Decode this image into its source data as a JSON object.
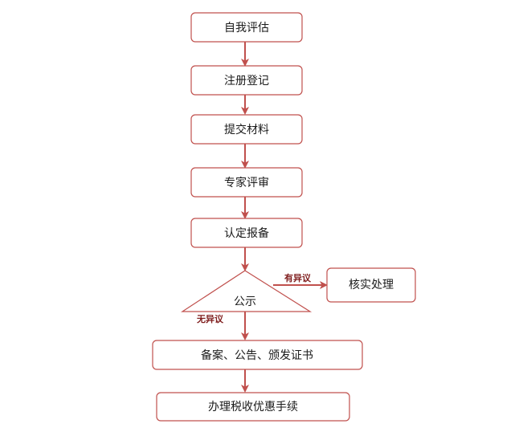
{
  "colors": {
    "border": "#c0504d",
    "arrow": "#c0504d",
    "label": "#7f1d1d",
    "text": "#1a1a1a"
  },
  "nodes": {
    "self_assessment": "自我评估",
    "registration": "注册登记",
    "submit_materials": "提交材料",
    "expert_review": "专家评审",
    "recognition_filing": "认定报备",
    "publicity": "公示",
    "verification": "核实处理",
    "filing_certificate": "备案、公告、颁发证书",
    "tax_incentive": "办理税收优惠手续"
  },
  "edges": {
    "objection": "有异议",
    "no_objection": "无异议"
  }
}
